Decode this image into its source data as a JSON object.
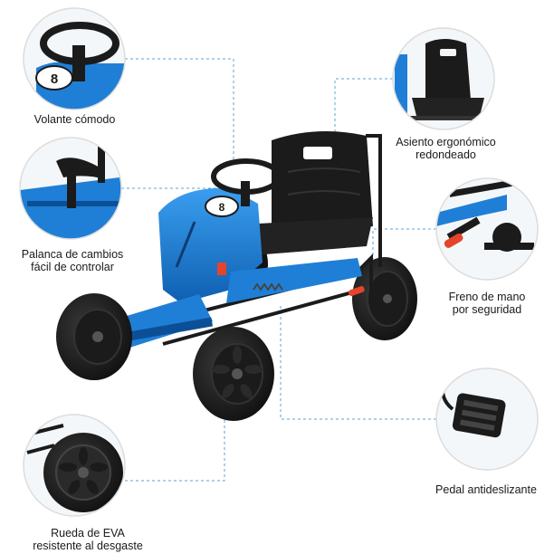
{
  "colors": {
    "kart_blue": "#1f7fd6",
    "kart_blue_dark": "#0d4f96",
    "kart_black": "#1b1b1b",
    "brake_red": "#e4442b",
    "guide_line": "#5aa6d8",
    "circle_border": "#dcdcdc"
  },
  "features": [
    {
      "id": "steering",
      "lines": [
        "Volante cómodo"
      ],
      "icon": "steering-wheel-icon"
    },
    {
      "id": "seat",
      "lines": [
        "Asiento ergonómico",
        "redondeado"
      ],
      "icon": "seat-icon"
    },
    {
      "id": "gear",
      "lines": [
        "Palanca de cambios",
        "fácil de controlar"
      ],
      "icon": "gear-lever-icon"
    },
    {
      "id": "brake",
      "lines": [
        "Freno de mano",
        "por seguridad"
      ],
      "icon": "handbrake-icon"
    },
    {
      "id": "pedal",
      "lines": [
        "Pedal antideslizante"
      ],
      "icon": "pedal-icon"
    },
    {
      "id": "wheel",
      "lines": [
        "Rueda de EVA",
        "resistente al desgaste"
      ],
      "icon": "eva-wheel-icon"
    }
  ],
  "kart": {
    "badge_number": "8"
  }
}
